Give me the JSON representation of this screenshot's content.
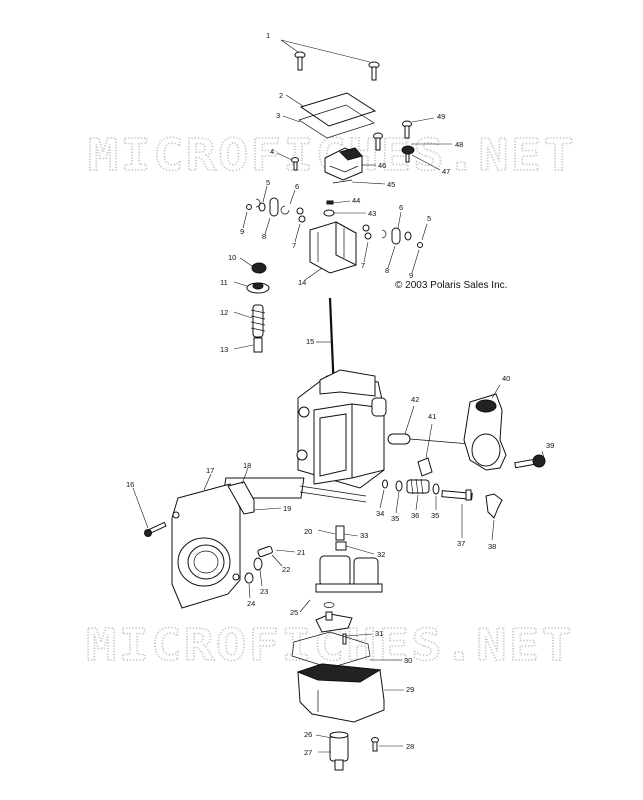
{
  "watermarks": [
    "MICROFICHES.NET",
    "MICROFICHES.NET"
  ],
  "copyright": "© 2003 Polaris Sales Inc.",
  "callouts": [
    {
      "id": "c1",
      "text": "1"
    },
    {
      "id": "c2",
      "text": "2"
    },
    {
      "id": "c3",
      "text": "3"
    },
    {
      "id": "c4",
      "text": "4"
    },
    {
      "id": "c5a",
      "text": "5"
    },
    {
      "id": "c5b",
      "text": "5"
    },
    {
      "id": "c6a",
      "text": "6"
    },
    {
      "id": "c6b",
      "text": "6"
    },
    {
      "id": "c7a",
      "text": "7"
    },
    {
      "id": "c7b",
      "text": "7"
    },
    {
      "id": "c8a",
      "text": "8"
    },
    {
      "id": "c8b",
      "text": "8"
    },
    {
      "id": "c9a",
      "text": "9"
    },
    {
      "id": "c9b",
      "text": "9"
    },
    {
      "id": "c10",
      "text": "10"
    },
    {
      "id": "c11",
      "text": "11"
    },
    {
      "id": "c12",
      "text": "12"
    },
    {
      "id": "c13",
      "text": "13"
    },
    {
      "id": "c14",
      "text": "14"
    },
    {
      "id": "c15",
      "text": "15"
    },
    {
      "id": "c16",
      "text": "16"
    },
    {
      "id": "c17",
      "text": "17"
    },
    {
      "id": "c18",
      "text": "18"
    },
    {
      "id": "c19",
      "text": "19"
    },
    {
      "id": "c20",
      "text": "20"
    },
    {
      "id": "c21",
      "text": "21"
    },
    {
      "id": "c22",
      "text": "22"
    },
    {
      "id": "c23",
      "text": "23"
    },
    {
      "id": "c24",
      "text": "24"
    },
    {
      "id": "c25",
      "text": "25"
    },
    {
      "id": "c26",
      "text": "26"
    },
    {
      "id": "c27",
      "text": "27"
    },
    {
      "id": "c28",
      "text": "28"
    },
    {
      "id": "c29",
      "text": "29"
    },
    {
      "id": "c30",
      "text": "30"
    },
    {
      "id": "c31",
      "text": "31"
    },
    {
      "id": "c32",
      "text": "32"
    },
    {
      "id": "c33",
      "text": "33"
    },
    {
      "id": "c34",
      "text": "34"
    },
    {
      "id": "c35a",
      "text": "35"
    },
    {
      "id": "c35b",
      "text": "35"
    },
    {
      "id": "c36",
      "text": "36"
    },
    {
      "id": "c37",
      "text": "37"
    },
    {
      "id": "c38",
      "text": "38"
    },
    {
      "id": "c39",
      "text": "39"
    },
    {
      "id": "c40",
      "text": "40"
    },
    {
      "id": "c41",
      "text": "41"
    },
    {
      "id": "c42",
      "text": "42"
    },
    {
      "id": "c43",
      "text": "43"
    },
    {
      "id": "c44",
      "text": "44"
    },
    {
      "id": "c45",
      "text": "45"
    },
    {
      "id": "c46",
      "text": "46"
    },
    {
      "id": "c47",
      "text": "47"
    },
    {
      "id": "c48",
      "text": "48"
    },
    {
      "id": "c49",
      "text": "49"
    }
  ]
}
